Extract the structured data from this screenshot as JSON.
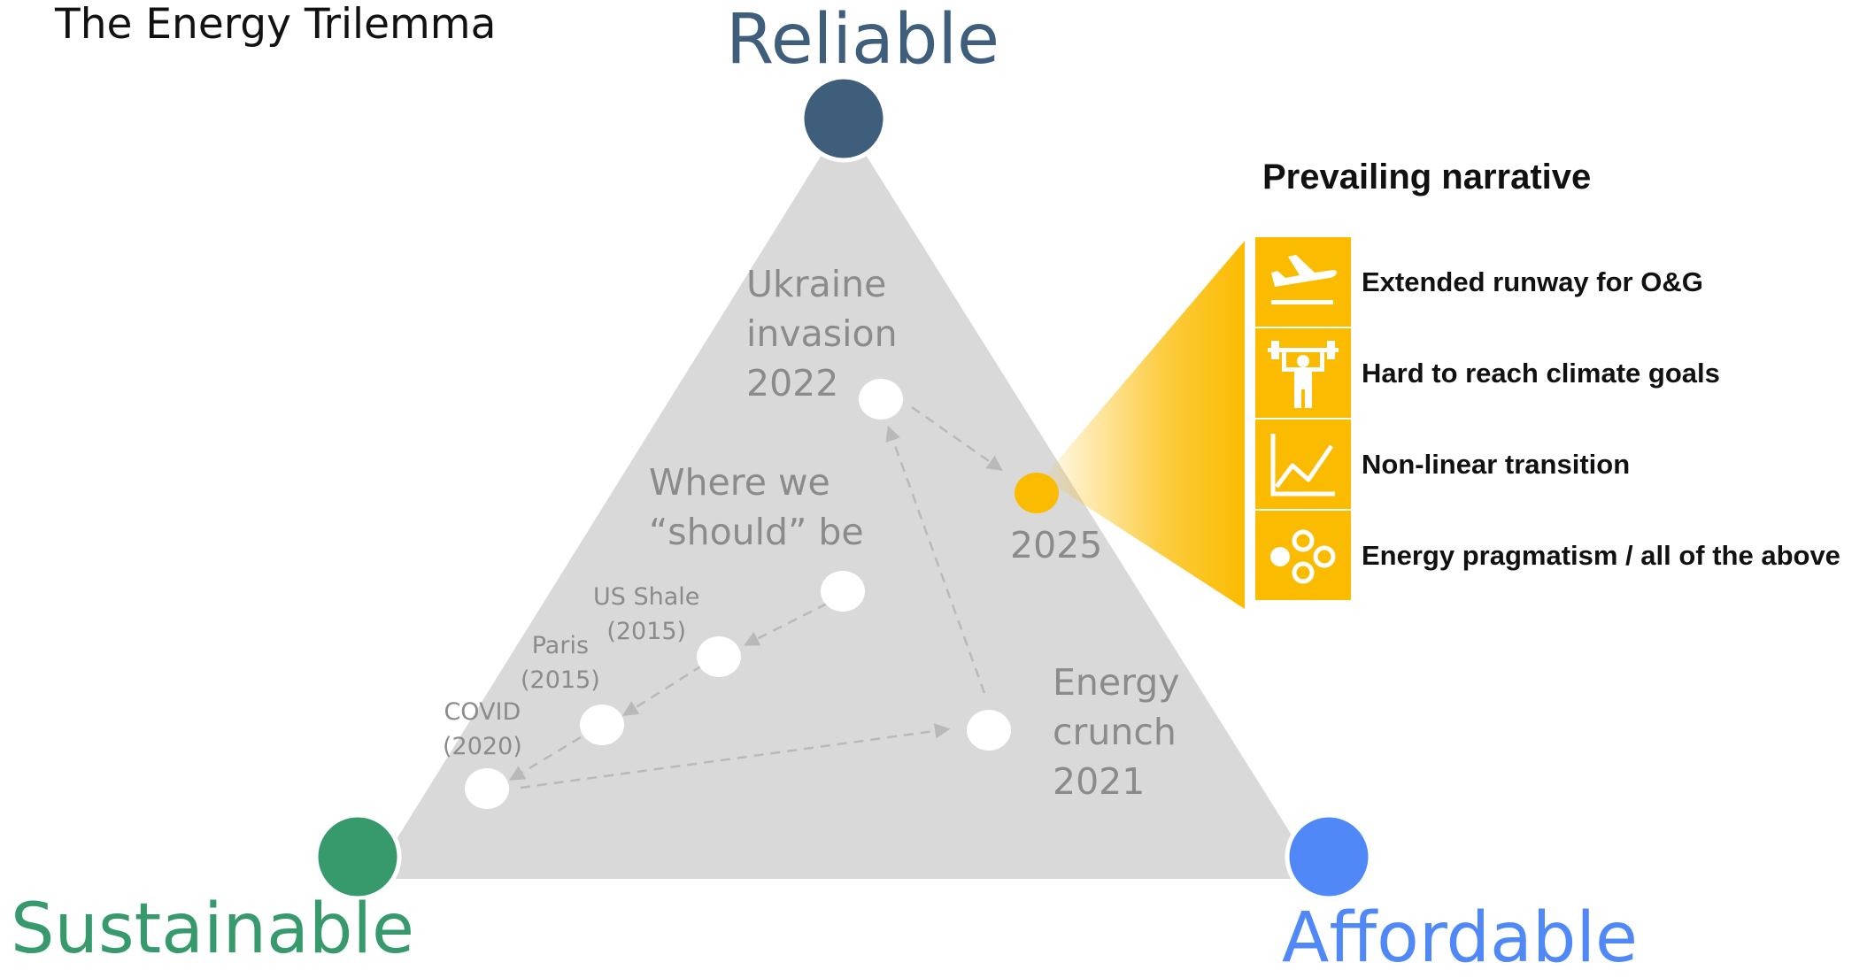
{
  "title": "The Energy Trilemma",
  "vertices": {
    "top": {
      "label": "Reliable",
      "color": "#3e5e7c"
    },
    "bottom_left": {
      "label": "Sustainable",
      "color": "#379a6c"
    },
    "bottom_right": {
      "label": "Affordable",
      "color": "#5089f7"
    }
  },
  "events": {
    "ukraine": "Ukraine\ninvasion\n2022",
    "should_be": "Where we\n“should” be",
    "us_shale": "US Shale\n(2015)",
    "paris": "Paris\n(2015)",
    "covid": "COVID\n(2020)",
    "energy_crunch": "Energy\ncrunch\n2021",
    "current": "2025"
  },
  "narrative": {
    "heading": "Prevailing narrative",
    "accent_color": "#fbbb00",
    "items": [
      {
        "label": "Extended runway for O&G",
        "icon": "airplane-takeoff-icon"
      },
      {
        "label": "Hard to reach climate goals",
        "icon": "weightlifter-icon"
      },
      {
        "label": "Non-linear transition",
        "icon": "line-chart-icon"
      },
      {
        "label": "Energy pragmatism / all of the above",
        "icon": "circles-cluster-icon"
      }
    ]
  }
}
